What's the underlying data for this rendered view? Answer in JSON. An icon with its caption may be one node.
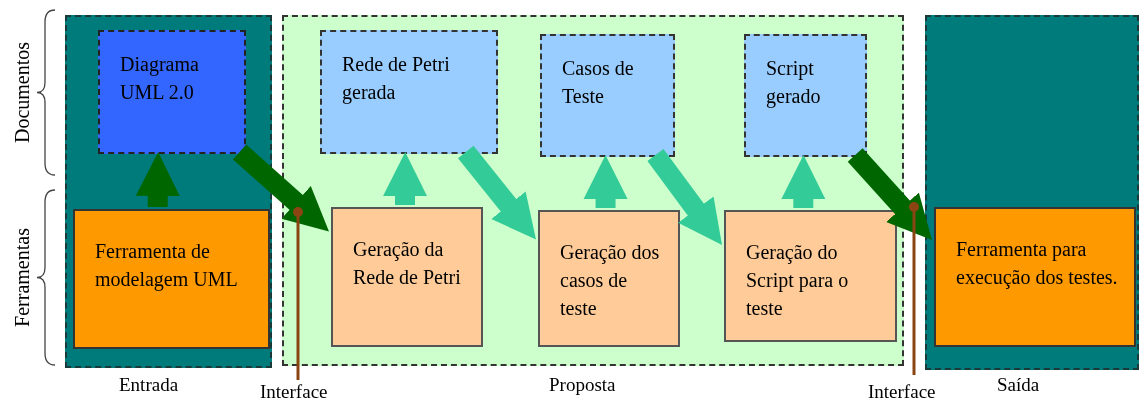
{
  "diagram": {
    "nodes": [
      {
        "text": [
          "Entrada"
        ]
      },
      {
        "text": [
          "Diagrama UML 2.0"
        ],
        "in": 0
      },
      {
        "text": [
          "Ferramenta de modelagem UML"
        ],
        "in": 0
      },
      {
        "text": [
          "Proposta"
        ]
      },
      {
        "text": [
          "Rede de Petri gerada"
        ],
        "in": 3
      },
      {
        "text": [
          "Casos de Teste"
        ],
        "in": 3
      },
      {
        "text": [
          "Script gerado"
        ],
        "in": 3
      },
      {
        "text": [
          "Geração da Rede de Petri"
        ],
        "in": 3
      },
      {
        "text": [
          "Geração dos casos de teste"
        ],
        "in": 3
      },
      {
        "text": [
          "Geração do Script para o teste"
        ],
        "in": 3
      },
      {
        "text": [
          "Saída"
        ]
      },
      {
        "text": [
          "Ferramenta para execução dos testes."
        ],
        "in": 10
      }
    ],
    "edges": [
      {
        "from": 2,
        "to": 1,
        "arrow": "to",
        "style": "thick",
        "color": "#006600"
      },
      {
        "from": 1,
        "to": 7,
        "arrow": "to",
        "style": "thick",
        "color": "#006600"
      },
      {
        "from": 7,
        "to": 4,
        "arrow": "to",
        "style": "thick"
      },
      {
        "from": 4,
        "to": 8,
        "arrow": "to",
        "style": "thick"
      },
      {
        "from": 8,
        "to": 5,
        "arrow": "to",
        "style": "thick"
      },
      {
        "from": 5,
        "to": 9,
        "arrow": "to",
        "style": "thick"
      },
      {
        "from": 9,
        "to": 6,
        "arrow": "to",
        "style": "thick"
      },
      {
        "from": 6,
        "to": 11,
        "arrow": "to",
        "style": "thick",
        "color": "#006600"
      }
    ],
    "labels": [
      "Documentos",
      "Ferramentas",
      "Interface",
      "Interface"
    ]
  }
}
